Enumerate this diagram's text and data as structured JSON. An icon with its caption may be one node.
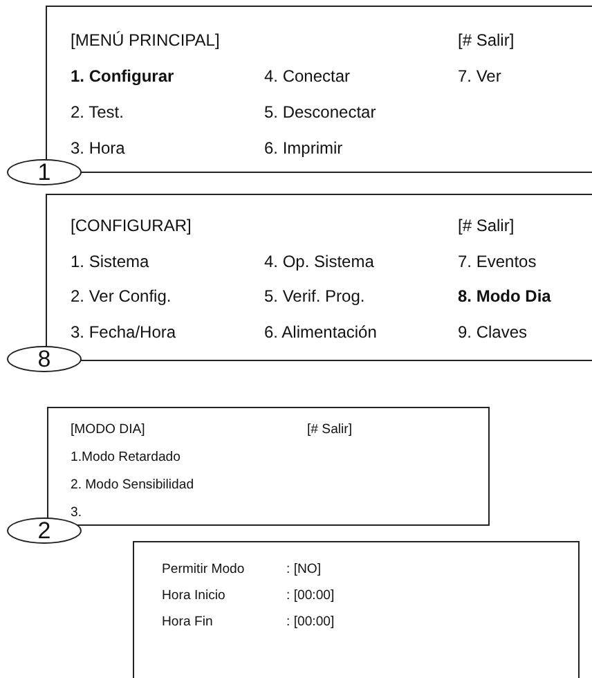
{
  "diagram": {
    "nodes": [
      {
        "text": [
          "[MENÚ PRINCIPAL]",
          "[# Salir]",
          "1. Configurar",
          "4. Conectar",
          "7. Ver",
          "2. Test.",
          "5. Desconectar",
          "3. Hora",
          "6. Imprimir"
        ]
      },
      {
        "text": [
          "1"
        ]
      },
      {
        "text": [
          "[CONFIGURAR]",
          "[# Salir]",
          "1. Sistema",
          "4. Op. Sistema",
          "7. Eventos",
          "2. Ver Config.",
          "5. Verif. Prog.",
          "8. Modo Dia",
          "3. Fecha/Hora",
          "6. Alimentación",
          "9. Claves"
        ]
      },
      {
        "text": [
          "8"
        ]
      },
      {
        "text": [
          "[MODO DIA]",
          "[# Salir]",
          "1.Modo Retardado",
          "2. Modo Sensibilidad",
          "3."
        ]
      },
      {
        "text": [
          "2"
        ]
      },
      {
        "text": [
          "Permitir Modo",
          ": [NO]",
          "Hora Inicio",
          ": [00:00]",
          "Hora Fin",
          ": [00:00]"
        ]
      }
    ]
  }
}
